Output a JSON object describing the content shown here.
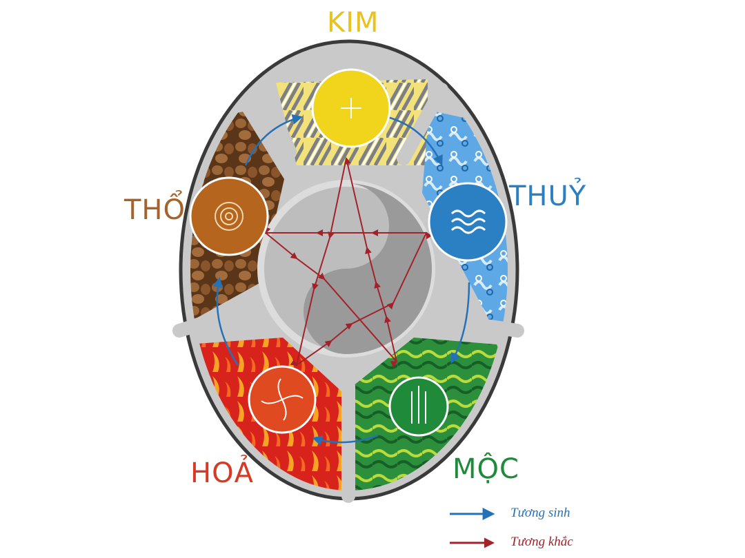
{
  "elements": {
    "kim": {
      "label": "KIM",
      "color": "#e9c21b"
    },
    "thuy": {
      "label": "THUỶ",
      "color": "#2b7fc3"
    },
    "moc": {
      "label": "MỘC",
      "color": "#1f8a3a"
    },
    "hoa": {
      "label": "HOẢ",
      "color": "#d63a24"
    },
    "tho": {
      "label": "THỔ",
      "color": "#a5622a"
    }
  },
  "legend": {
    "sinh": {
      "label": "Tương sinh",
      "color": "#2471b8"
    },
    "khac": {
      "label": "Tương khắc",
      "color": "#a3222a"
    }
  }
}
